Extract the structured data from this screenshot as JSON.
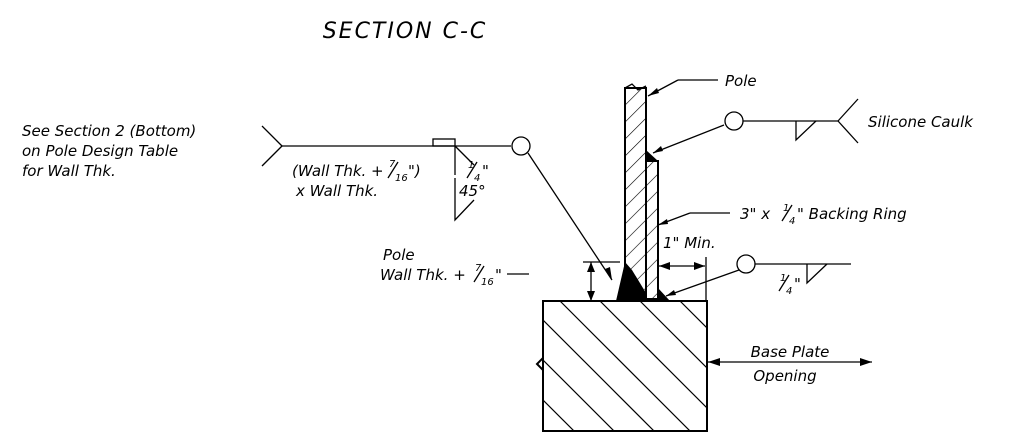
{
  "title": "SECTION C-C",
  "labels": {
    "pole": "Pole",
    "silicone": "Silicone Caulk",
    "see_line1": "See Section 2 (Bottom)",
    "see_line2": "on Pole Design Table",
    "see_line3": "for Wall Thk.",
    "wall_thk_open": "(Wall Thk. +",
    "wall_thk_close": "\")",
    "x_wall_thk": "x Wall Thk.",
    "angle": "45°",
    "backing_ring_pre": "3\" x ",
    "backing_ring_post": "\" Backing Ring",
    "min_1in": "1\" Min.",
    "pole2": "Pole",
    "pole_wall_thk": "Wall Thk. +",
    "quarter_inch_suffix": "\"",
    "base_plate1": "Base Plate",
    "base_plate2": "Opening"
  },
  "fractions": {
    "seven_sixteenths_num": "7",
    "seven_sixteenths_den": "16",
    "quarter_num": "1",
    "quarter_den": "4"
  }
}
